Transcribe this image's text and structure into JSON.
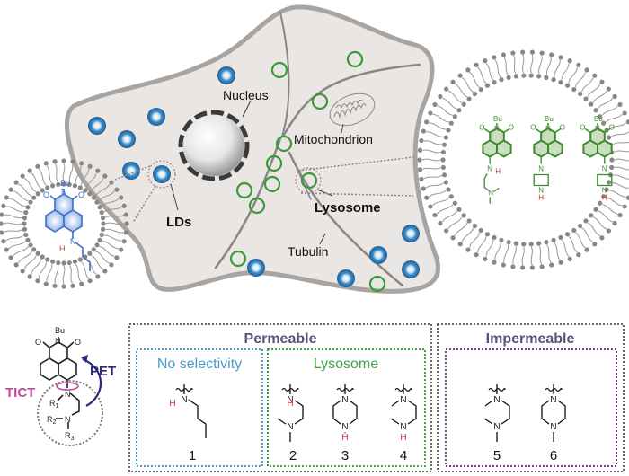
{
  "cell": {
    "labels": {
      "nucleus": "Nucleus",
      "mitochondrion": "Mitochondrion",
      "lipid_droplets": "LDs",
      "lysosome": "Lysosome",
      "tubulin": "Tubulin"
    },
    "colors": {
      "cytoplasm": "#e9e6e3",
      "membrane": "#a8a4a1",
      "lipid_droplet": "#3b8cc6",
      "lysosome": "#3a9a3a",
      "nucleus_border": "#3a3a3a"
    }
  },
  "vesicle_left": {
    "probe_color": "#3f6fc4",
    "substituent": "Bu",
    "oxygen": "O",
    "nitrogen": "N",
    "hydrogen": "H"
  },
  "vesicle_right": {
    "probe_color": "#3f8a2f",
    "substituent": "Bu",
    "oxygen": "O",
    "nitrogen": "N",
    "hydrogen": "H"
  },
  "general_structure": {
    "substituent": "Bu",
    "oxygen": "O",
    "nitrogen": "N",
    "r1": "R",
    "r1_sub": "1",
    "r2": "R",
    "r2_sub": "2",
    "r3": "R",
    "r3_sub": "3",
    "pet_label": "PET",
    "tict_label": "TICT",
    "pet_color": "#2e2a7a",
    "tict_color": "#c04a9a"
  },
  "panels": {
    "permeable": {
      "title": "Permeable",
      "color": "#555577",
      "groups": [
        {
          "title": "No selectivity",
          "color": "#4a9cc7",
          "compounds": [
            "1"
          ]
        },
        {
          "title": "Lysosome",
          "color": "#3fa345",
          "compounds": [
            "2",
            "3",
            "4"
          ]
        }
      ]
    },
    "impermeable": {
      "title": "Impermeable",
      "color": "#555577",
      "inner_color": "#7a3b8c",
      "compounds": [
        "5",
        "6"
      ]
    }
  },
  "atoms": {
    "N": "N",
    "H": "H"
  }
}
